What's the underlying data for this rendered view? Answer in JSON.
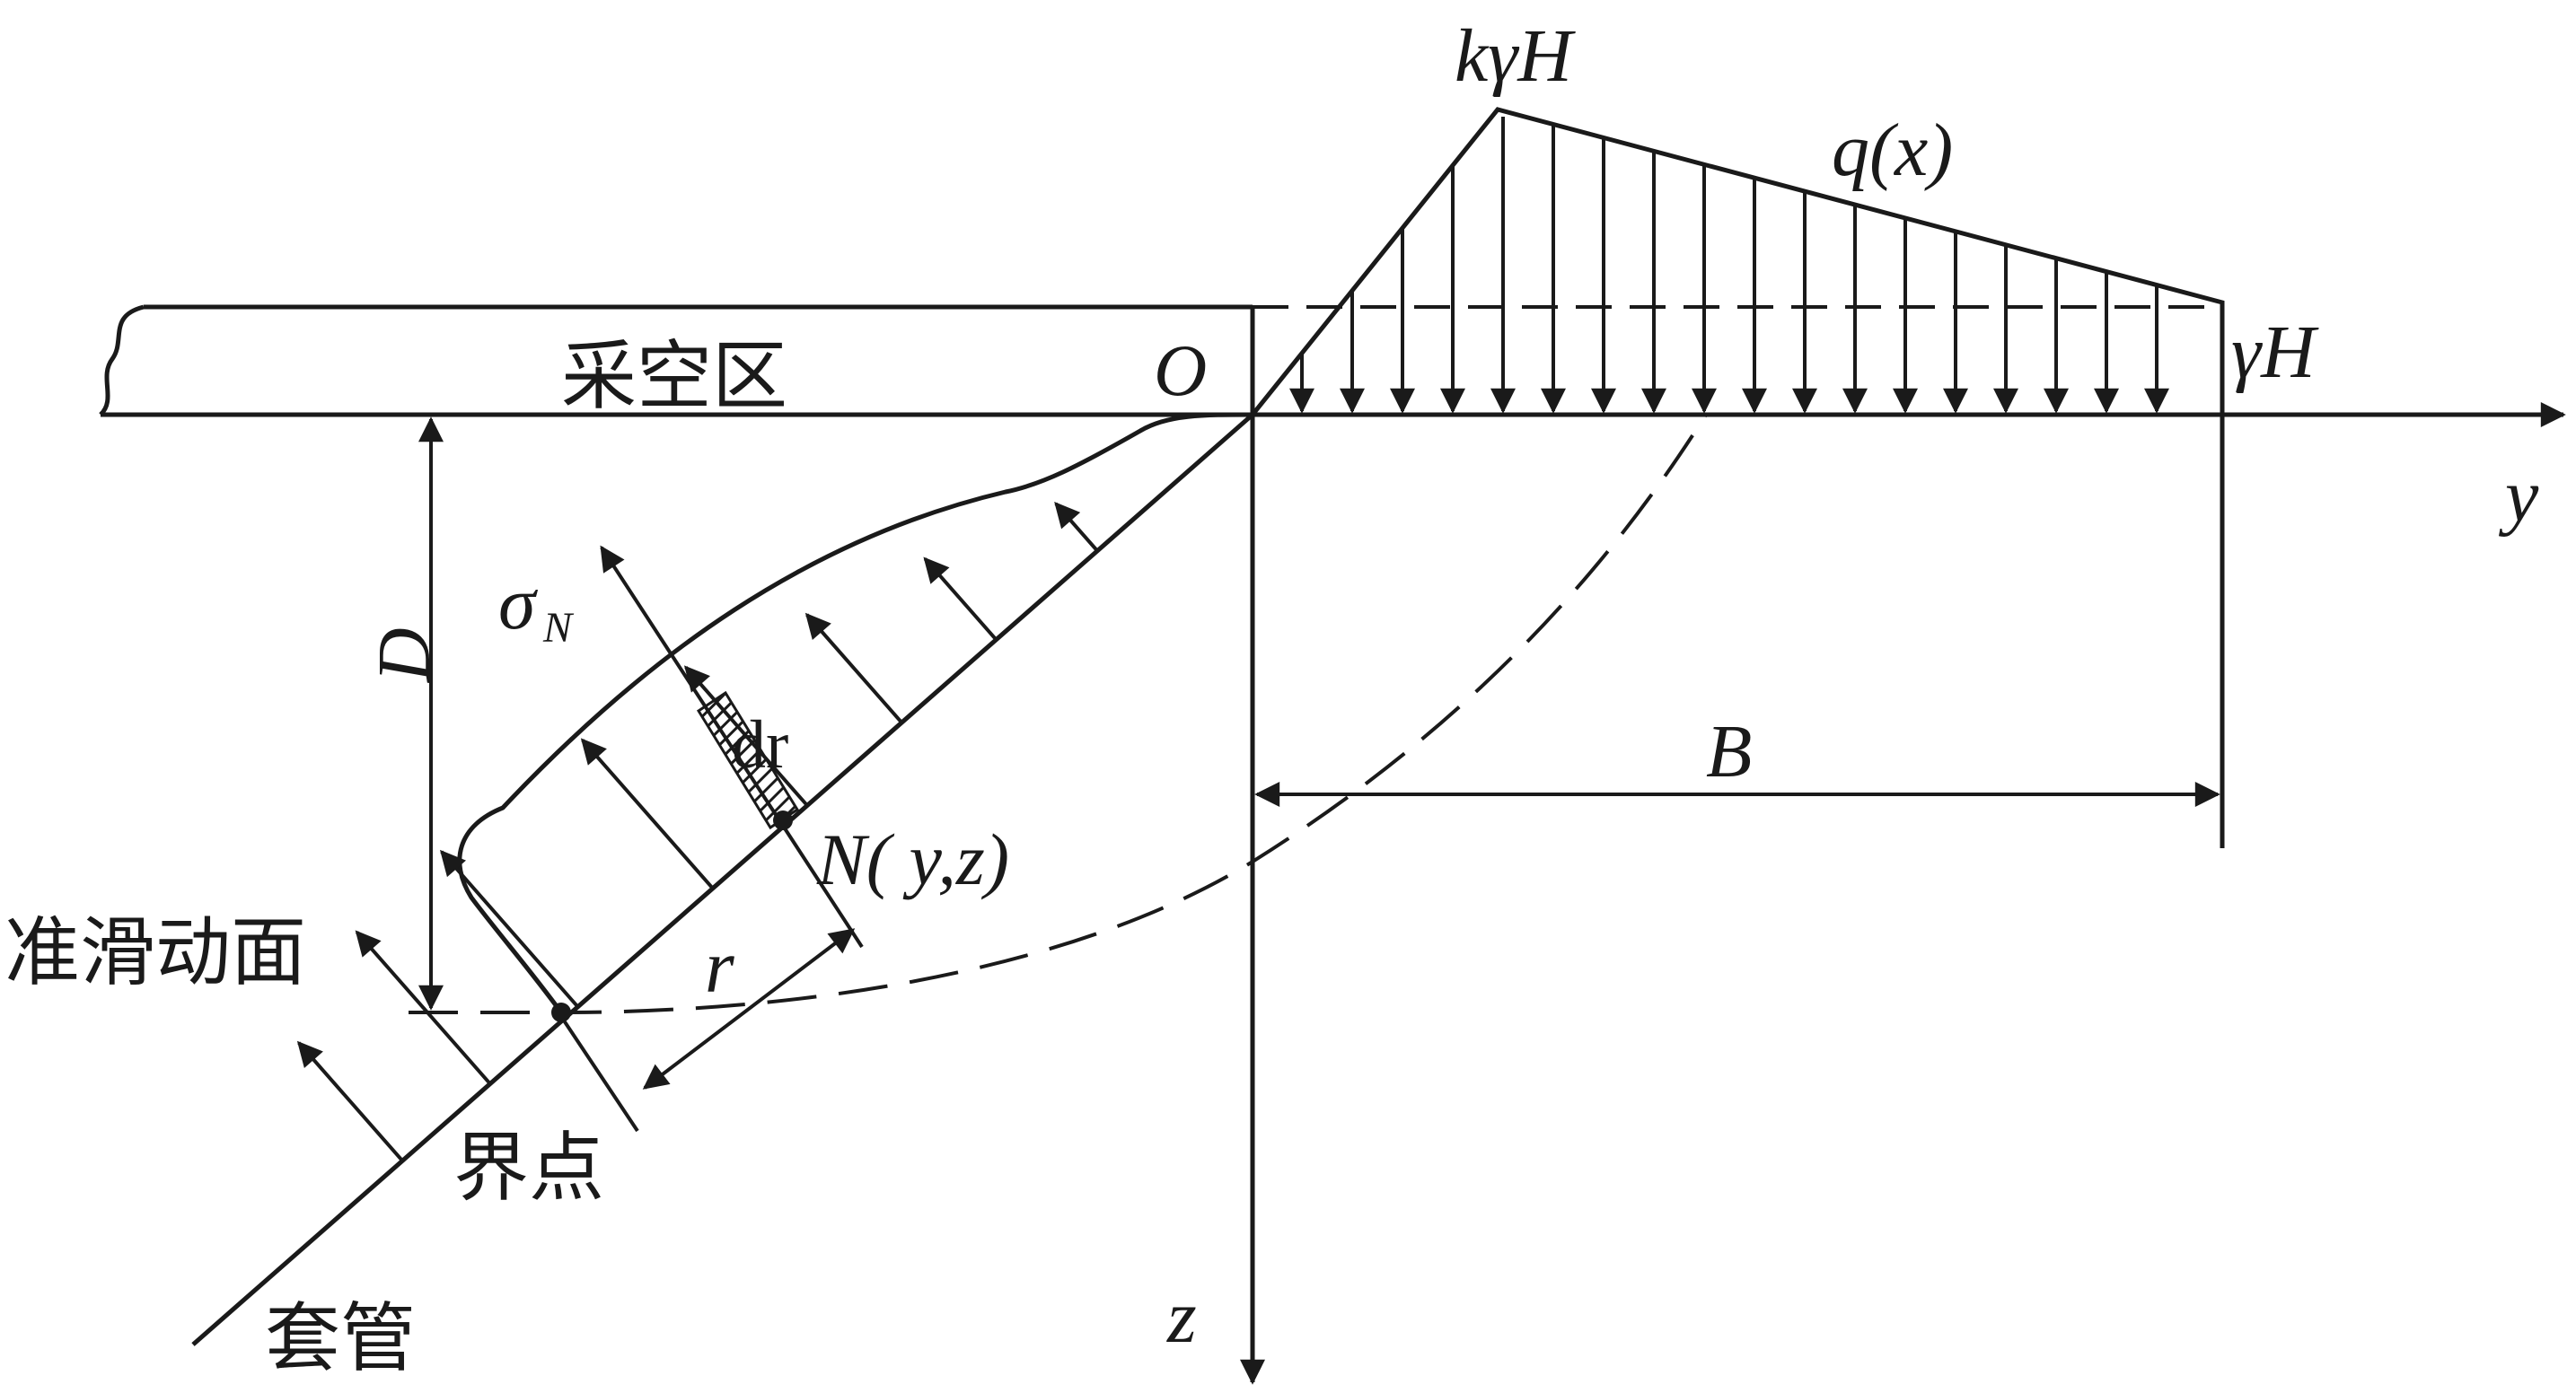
{
  "labels": {
    "goaf": "采空区",
    "origin": "O",
    "y_axis": "y",
    "z_axis": "z",
    "peak_load": "kγH",
    "end_load": "γH",
    "load_func": "q(x)",
    "depth": "D",
    "width": "B",
    "normal_stress": "σ",
    "normal_stress_sub": "N",
    "element": "dr",
    "point_N": "N( y,z)",
    "radius": "r",
    "slip_surface": "准滑动面",
    "boundary_point": "界点",
    "casing": "套管"
  },
  "colors": {
    "ink": "#1a1a1a",
    "background": "#ffffff"
  }
}
